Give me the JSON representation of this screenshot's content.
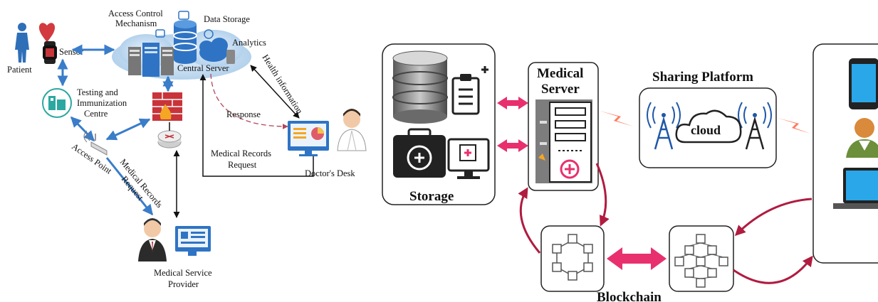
{
  "left_diagram": {
    "labels": {
      "access_control": [
        "Access Control",
        "Mechanism"
      ],
      "data_storage": "Data Storage",
      "analytics": "Analytics",
      "central_server": "Central Server",
      "sensor": "Sensor",
      "patient": "Patient",
      "testing_centre": [
        "Testing and",
        "Immunization",
        "Centre"
      ],
      "health_information": "Health information",
      "response": "Response",
      "medical_records_request_desk": [
        "Medical Records",
        "Request"
      ],
      "doctors_desk": "Doctor's Desk",
      "access_point": "Access Point",
      "medical_records_request_ap": [
        "Medical Records",
        "Request"
      ],
      "medical_service_provider": [
        "Medical Service",
        "Provider"
      ]
    }
  },
  "right_diagram": {
    "labels": {
      "storage": "Storage",
      "medical_server": [
        "Medical",
        "Server"
      ],
      "sharing_platform": "Sharing Platform",
      "cloud": "cloud",
      "blockchain": "Blockchain"
    },
    "colors": {
      "arrow_pink": "#e8306e",
      "arrow_maroon": "#b01c40",
      "lightning": "#ff7a5c",
      "tower_blue": "#1f57a8"
    }
  },
  "colors": {
    "blue": "#3a7dc9",
    "teal": "#2ba8a0",
    "firewall": "#c8343a",
    "dashed_red": "#b0485a"
  }
}
